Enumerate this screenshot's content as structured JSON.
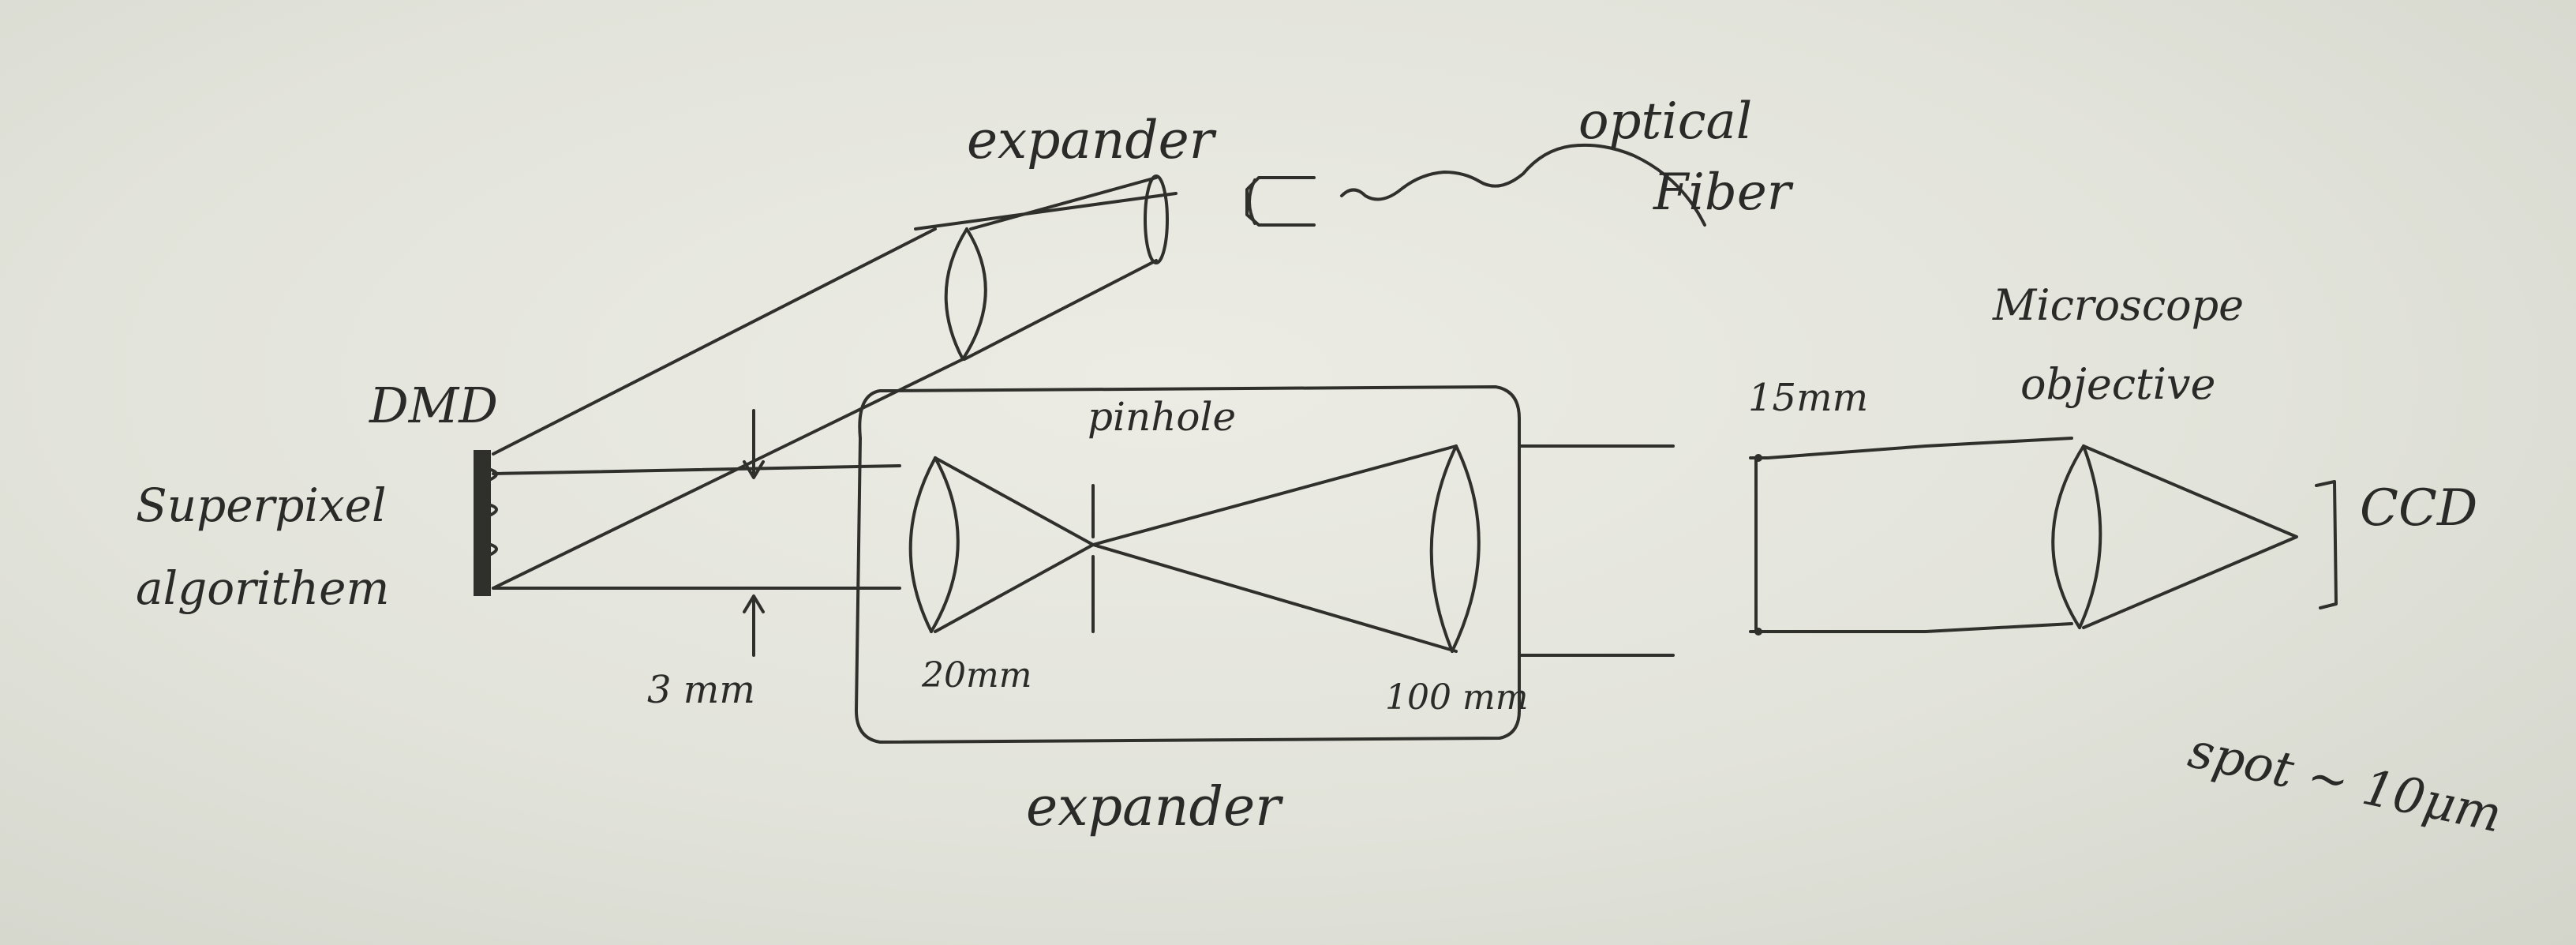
{
  "labels": {
    "dmd": "DMD",
    "superpixel": "Superpixel",
    "algorithm": "algorithem",
    "beam_size": "3 mm",
    "expander_top": "expander",
    "optical": "optical",
    "fiber": "Fiber",
    "pinhole": "pinhole",
    "lens1_focal": "20mm",
    "lens2_focal": "100 mm",
    "expander_bottom": "expander",
    "beam_width": "15mm",
    "microscope": "Microscope",
    "objective": "objective",
    "ccd": "CCD",
    "spot": "spot ~ 10μm"
  }
}
